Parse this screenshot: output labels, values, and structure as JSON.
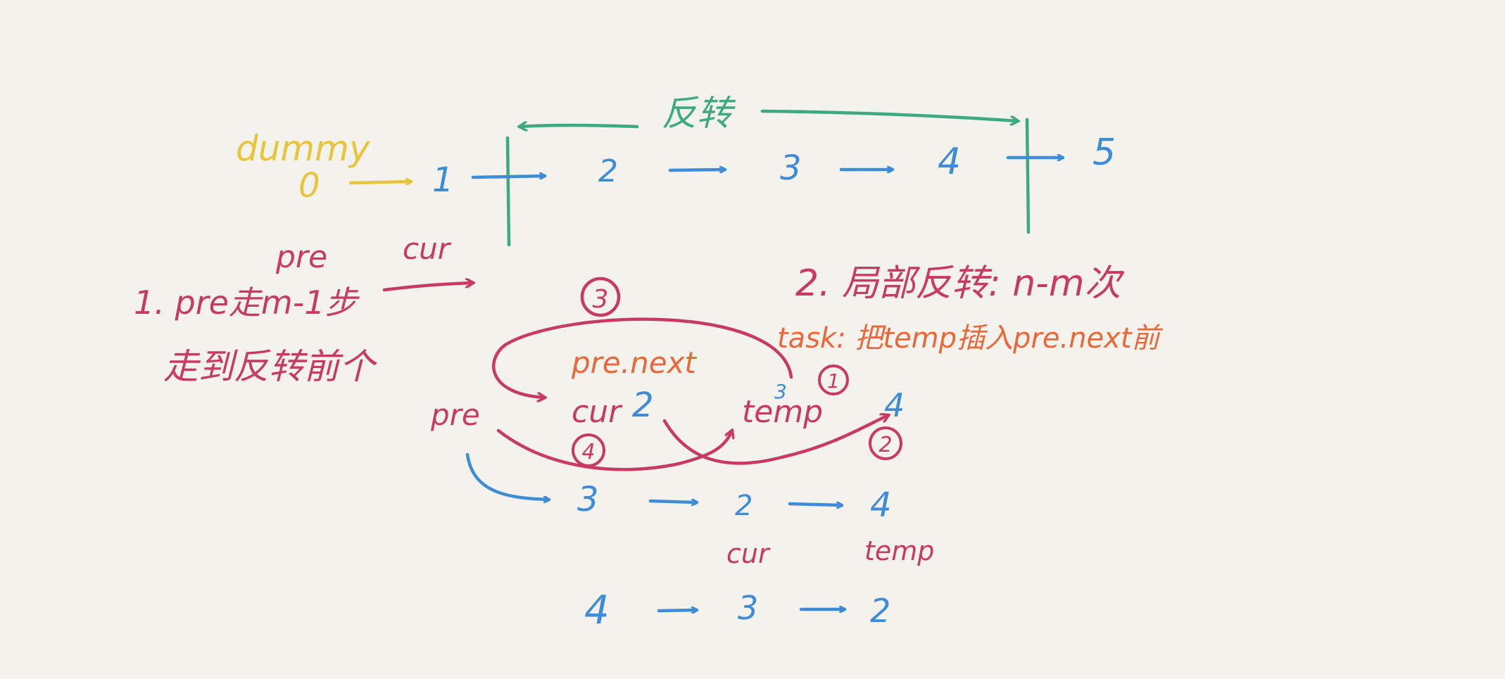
{
  "colors": {
    "background": "#f4f2ed",
    "blue": "#3e8bd8",
    "yellow": "#e8c43b",
    "green": "#3daa7e",
    "magenta": "#c83a62",
    "orange": "#e8683a"
  },
  "top": {
    "reverse_label": "反转",
    "dummy_label": "dummy",
    "nodes": [
      "0",
      "1",
      "2",
      "3",
      "4",
      "5"
    ],
    "pre_label": "pre",
    "cur_label": "cur"
  },
  "step1": {
    "line1": "1. pre走m-1步",
    "line2": "走到反转前个"
  },
  "step2": {
    "title": "2. 局部反转: n-m次",
    "task": "task: 把temp插入pre.next前"
  },
  "middle": {
    "circle_3": "3",
    "pre_next_label": "pre.next",
    "pre_label": "pre",
    "cur_label": "cur",
    "node_2": "2",
    "small_3": "3",
    "temp_label": "temp",
    "circle_1": "1",
    "node_4": "4",
    "circle_2": "2",
    "circle_4": "4"
  },
  "row2": {
    "nodes": [
      "3",
      "2",
      "4"
    ],
    "cur_label": "cur",
    "temp_label": "temp"
  },
  "row3": {
    "nodes": [
      "4",
      "3",
      "2"
    ]
  }
}
